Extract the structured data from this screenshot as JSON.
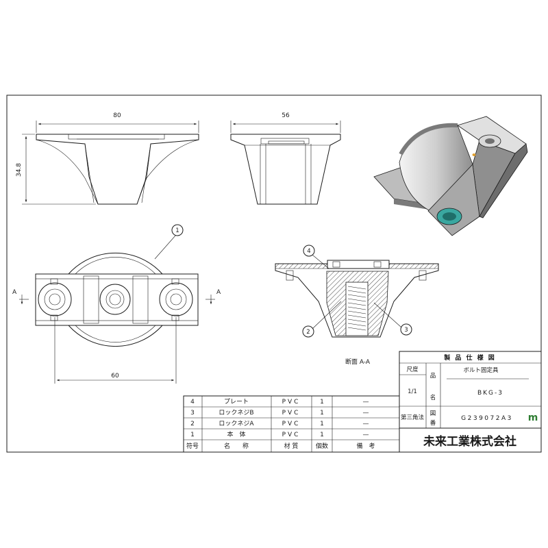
{
  "views": {
    "front": {
      "width_dim": "80",
      "height_dim": "34.8"
    },
    "side": {
      "width_dim": "56"
    },
    "top": {
      "bottom_dim": "60",
      "section_mark_left": "A",
      "section_mark_right": "A",
      "balloon_1": "1"
    },
    "section": {
      "label": "断面 A-A",
      "balloon_2": "2",
      "balloon_3": "3",
      "balloon_4": "4"
    }
  },
  "parts_list": {
    "headers": [
      "符号",
      "名　　称",
      "材 質",
      "個数",
      "備　考"
    ],
    "rows": [
      [
        "4",
        "プレート",
        "PVC",
        "1",
        "—"
      ],
      [
        "3",
        "ロックネジB",
        "PVC",
        "1",
        "—"
      ],
      [
        "2",
        "ロックネジA",
        "PVC",
        "1",
        "—"
      ],
      [
        "1",
        "本　体",
        "PVC",
        "1",
        "—"
      ]
    ]
  },
  "title_block": {
    "title": "製 品 仕 様 図",
    "scale_label": "尺度",
    "scale_value": "1/1",
    "projection": "第三角法",
    "name_label_1": "品",
    "name_label_2": "名",
    "number_label_1": "図",
    "number_label_2": "番",
    "product_name": "ボルト固定具",
    "model": "BKG-3",
    "drawing_number": "G239072A3",
    "logo_mark": "m",
    "company": "未来工業株式会社"
  },
  "colors": {
    "line": "#1a1a1a",
    "logo": "#2e7d32",
    "render_shade": "#9a9a9a",
    "render_teal": "#3aa7a0"
  }
}
